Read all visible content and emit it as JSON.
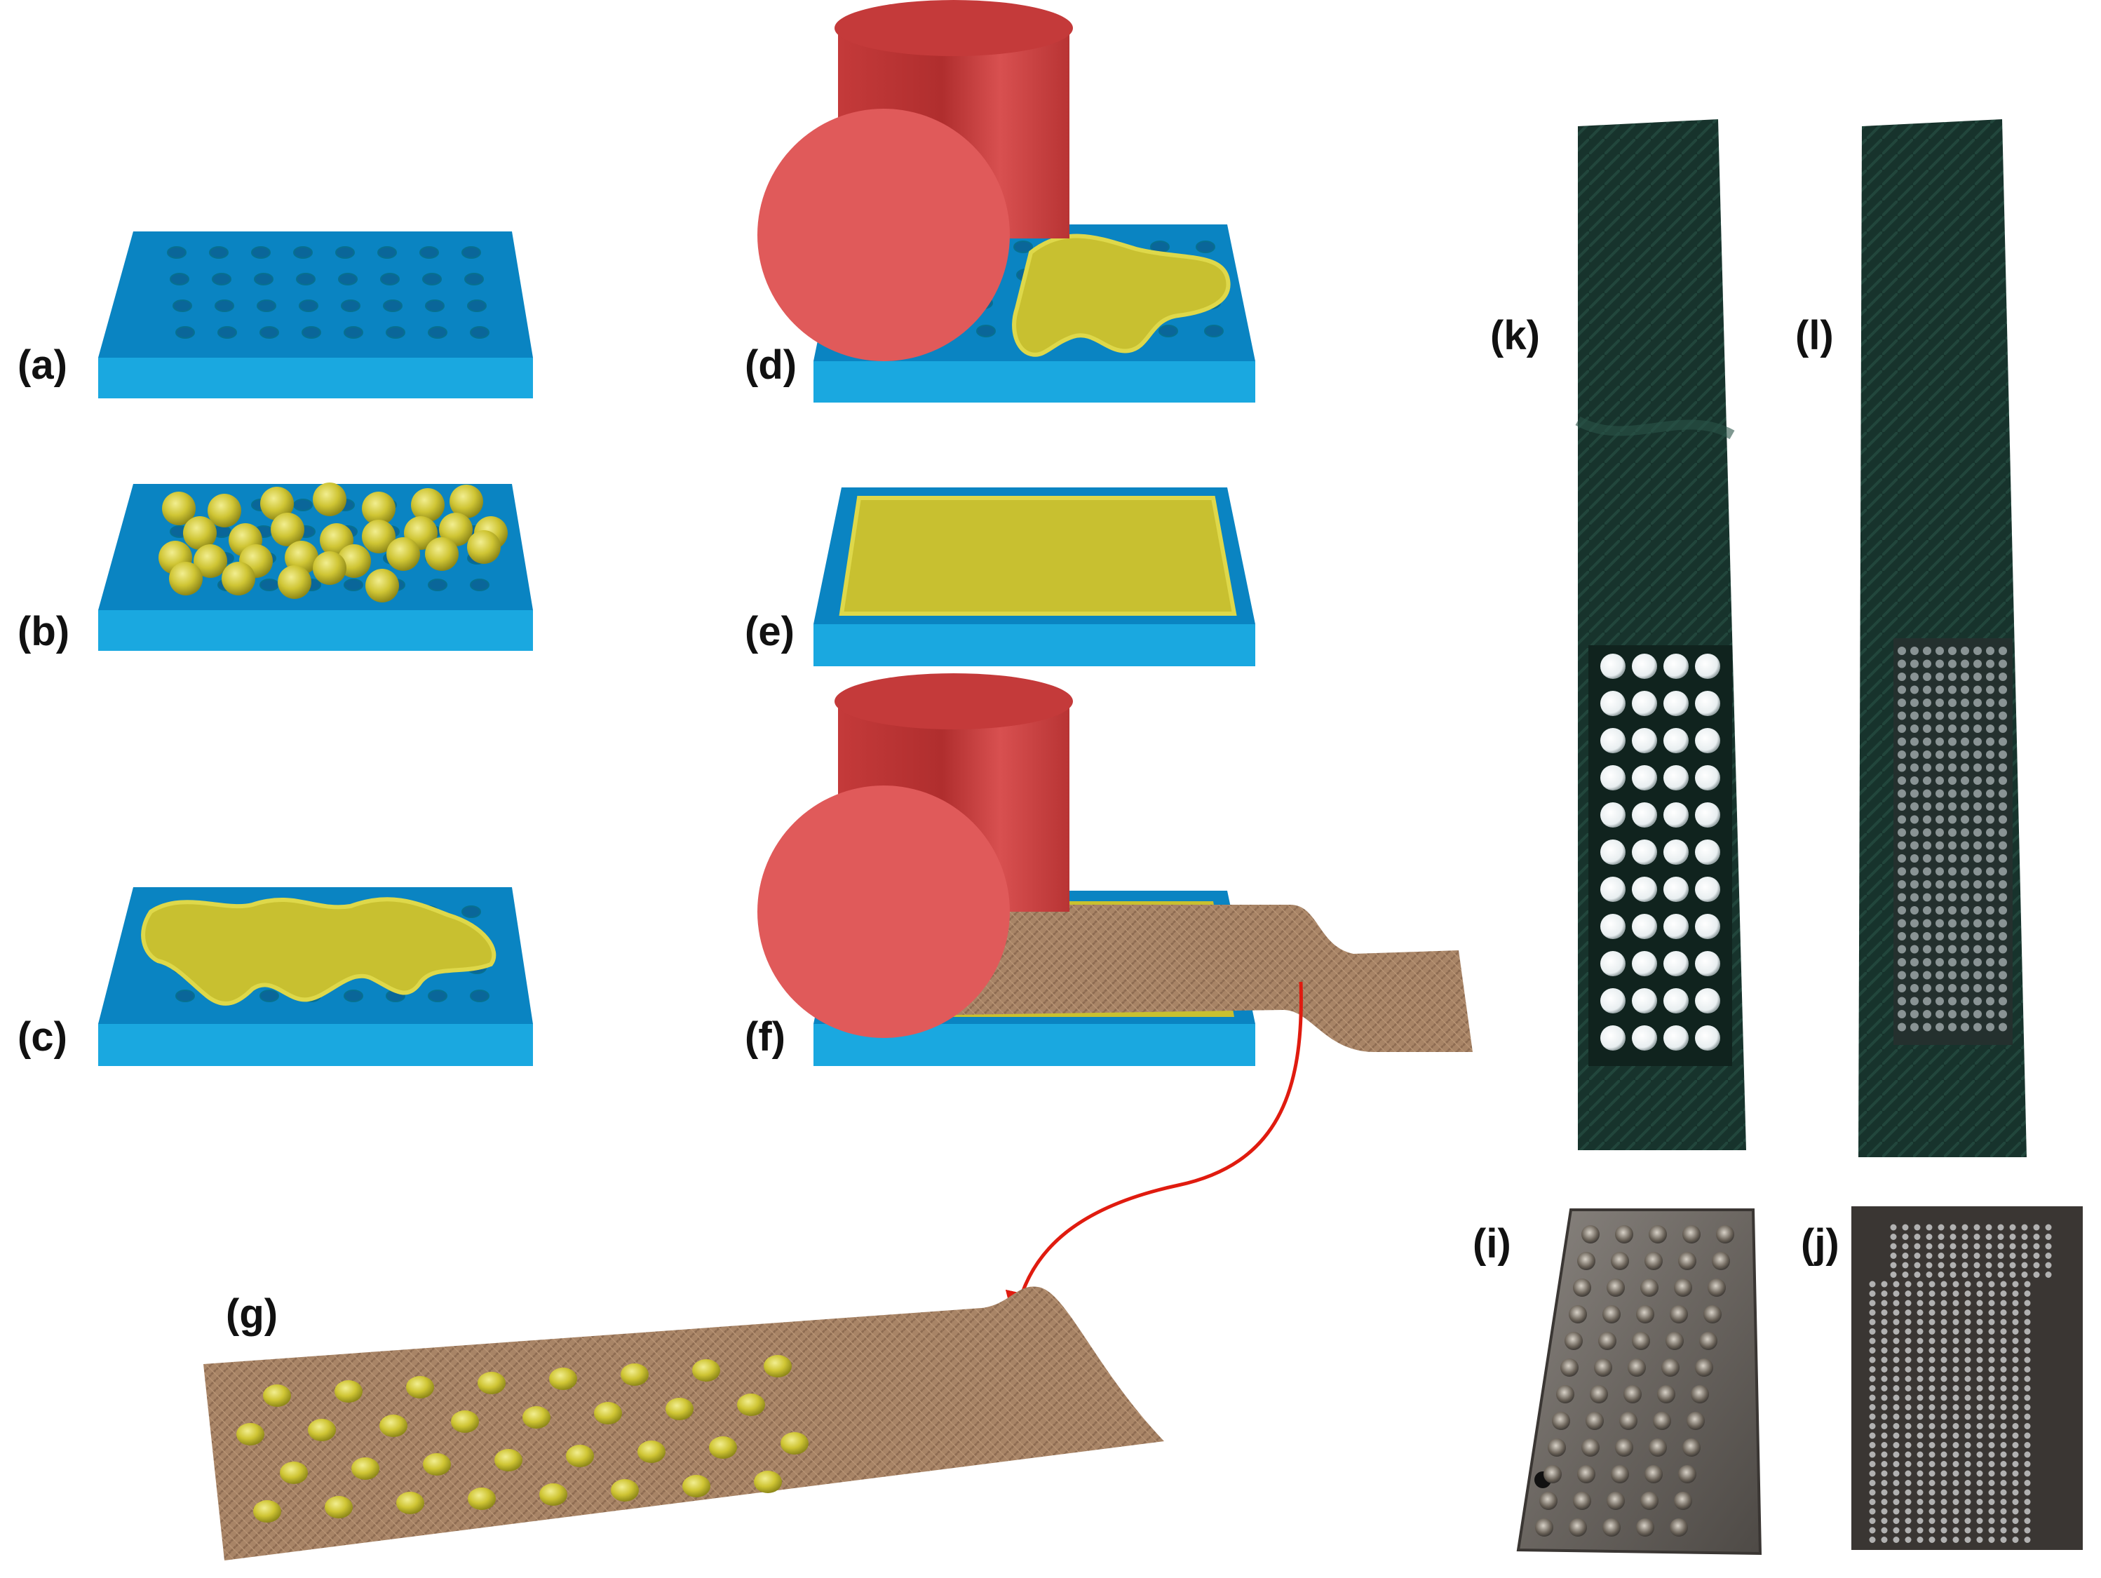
{
  "figure": {
    "panels": [
      {
        "id": "a",
        "label": "(a)",
        "content": "blue mold with hemispherical holes"
      },
      {
        "id": "b",
        "label": "(b)",
        "content": "mold with yellow pellets"
      },
      {
        "id": "c",
        "label": "(c)",
        "content": "mold with melted yellow layer"
      },
      {
        "id": "d",
        "label": "(d)",
        "content": "red roller pressing melt"
      },
      {
        "id": "e",
        "label": "(e)",
        "content": "mold with flat yellow film"
      },
      {
        "id": "f",
        "label": "(f)",
        "content": "red roller laminating fabric"
      },
      {
        "id": "g",
        "label": "(g)",
        "content": "fabric with yellow dome array"
      },
      {
        "id": "k",
        "label": "(k)",
        "content": "photo: dark fabric strip with white dots"
      },
      {
        "id": "l",
        "label": "(l)",
        "content": "photo: dark fabric strip with dense transparent dots"
      },
      {
        "id": "i",
        "label": "(i)",
        "content": "photo: metal mold with holes"
      },
      {
        "id": "j",
        "label": "(j)",
        "content": "photo: fine dense metal mold"
      }
    ]
  },
  "colors": {
    "mold_top": "#0a84c2",
    "mold_front": "#1aa8e0",
    "mold_hole": "#0a6699",
    "polymer": "#c8c030",
    "polymer_light": "#ded84a",
    "roller_face": "#e05a5a",
    "roller_body": "#c43a3a",
    "roller_dark": "#a82a2a",
    "fabric": "#a88466",
    "fabric_dark": "#8e6c52",
    "arrow": "#e01b0f",
    "photo_fabric": "#17332c",
    "photo_metal": "#6e6a66"
  }
}
